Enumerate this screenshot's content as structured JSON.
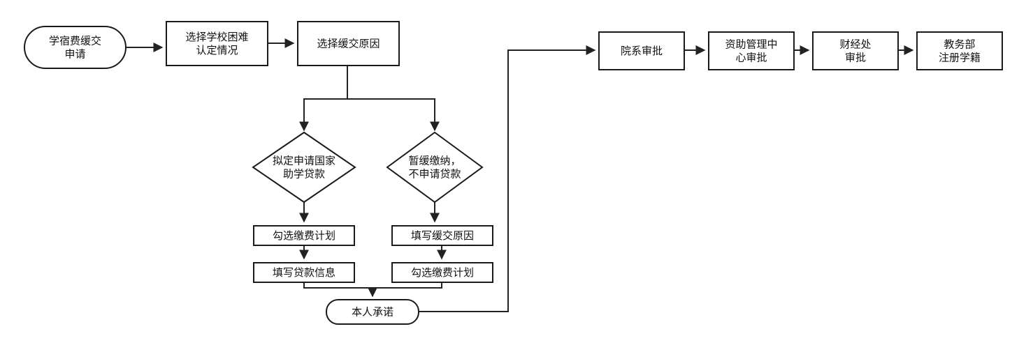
{
  "colors": {
    "stroke": "#1a1a1a",
    "fill": "#ffffff",
    "text": "#111111",
    "arrow": "#222222"
  },
  "nodes": {
    "start": {
      "shape": "rounded",
      "lines": [
        "学宿费缓交",
        "申请"
      ]
    },
    "select_difficulty": {
      "shape": "rect",
      "lines": [
        "选择学校困难",
        "认定情况"
      ]
    },
    "select_reason": {
      "shape": "rect",
      "lines": [
        "选择缓交原因"
      ]
    },
    "decision_loan": {
      "shape": "diamond",
      "lines": [
        "拟定申请国家",
        "助学贷款"
      ]
    },
    "decision_defer": {
      "shape": "diamond",
      "lines": [
        "暂缓缴纳，",
        "不申请贷款"
      ]
    },
    "choose_plan_left": {
      "shape": "rect",
      "lines": [
        "勾选缴费计划"
      ]
    },
    "fill_loan_info": {
      "shape": "rect",
      "lines": [
        "填写贷款信息"
      ]
    },
    "fill_reason": {
      "shape": "rect",
      "lines": [
        "填写缓交原因"
      ]
    },
    "choose_plan_right": {
      "shape": "rect",
      "lines": [
        "勾选缴费计划"
      ]
    },
    "pledge": {
      "shape": "rounded",
      "lines": [
        "本人承诺"
      ]
    },
    "dept_approval": {
      "shape": "rect",
      "lines": [
        "院系审批"
      ]
    },
    "aid_center_approval": {
      "shape": "rect",
      "lines": [
        "资助管理中",
        "心审批"
      ]
    },
    "finance_approval": {
      "shape": "rect",
      "lines": [
        "财经处",
        "审批"
      ]
    },
    "registry": {
      "shape": "rect",
      "lines": [
        "教务部",
        "注册学籍"
      ]
    }
  }
}
